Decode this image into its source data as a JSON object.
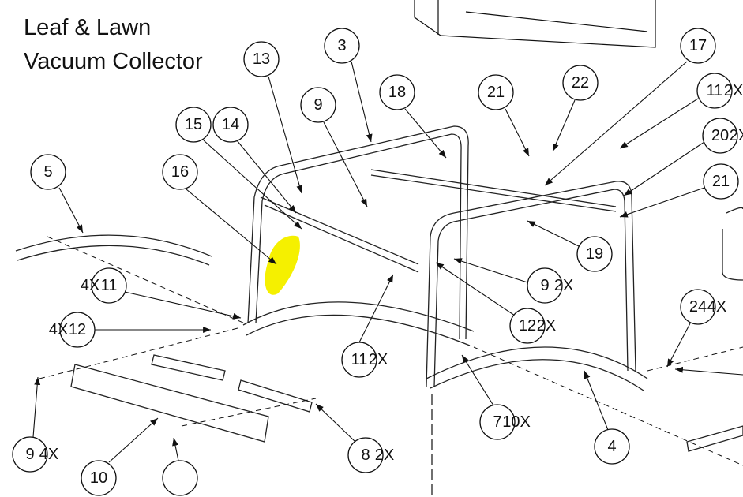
{
  "title": {
    "line1": "Leaf & Lawn",
    "line2": "Vacuum Collector"
  },
  "highlight_color": "#f5f000",
  "callouts": [
    {
      "number": "13",
      "qty": ""
    },
    {
      "number": "3",
      "qty": ""
    },
    {
      "number": "17",
      "qty": ""
    },
    {
      "number": "22",
      "qty": ""
    },
    {
      "number": "21",
      "qty": ""
    },
    {
      "number": "18",
      "qty": ""
    },
    {
      "number": "11",
      "qty": "2X"
    },
    {
      "number": "9",
      "qty": ""
    },
    {
      "number": "15",
      "qty": ""
    },
    {
      "number": "14",
      "qty": ""
    },
    {
      "number": "20",
      "qty": "2X"
    },
    {
      "number": "5",
      "qty": ""
    },
    {
      "number": "16",
      "qty": ""
    },
    {
      "number": "21",
      "qty": ""
    },
    {
      "number": "19",
      "qty": ""
    },
    {
      "number": "9",
      "qty": "2X"
    },
    {
      "number": "11",
      "qty": "4X"
    },
    {
      "number": "12",
      "qty": "4X"
    },
    {
      "number": "12",
      "qty": "2X"
    },
    {
      "number": "24",
      "qty": "4X"
    },
    {
      "number": "11",
      "qty": "2X"
    },
    {
      "number": "7",
      "qty": "10X"
    },
    {
      "number": "4",
      "qty": ""
    },
    {
      "number": "9",
      "qty": "4X"
    },
    {
      "number": "8",
      "qty": "2X"
    },
    {
      "number": "10",
      "qty": ""
    }
  ]
}
